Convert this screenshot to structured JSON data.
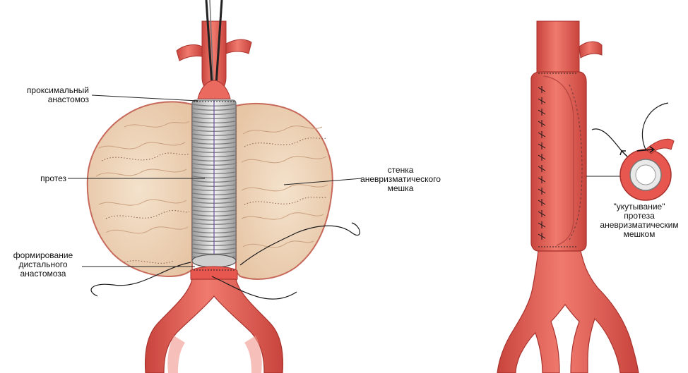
{
  "labels": {
    "proximal_anastomosis": [
      "проксимальный",
      "анастомоз"
    ],
    "prosthesis": "протез",
    "distal_anastomosis": [
      "формирование",
      "дистального",
      "анастомоза"
    ],
    "aneurysm_wall": [
      "стенка",
      "аневризматического",
      "мешка"
    ],
    "wrapping": [
      "\"укутывание\"",
      "протеза",
      "аневризматическим",
      "мешком"
    ]
  },
  "colors": {
    "artery": "#e8574f",
    "artery_dark": "#b83b36",
    "artery_highlight": "#f59a8e",
    "sac_fill": "#efd6bc",
    "sac_outline": "#c76a5c",
    "graft": "#d4d4d4",
    "graft_ring": "#8a8a8a",
    "suture": "#1a1a1a",
    "suture_purple": "#6a4fa0"
  }
}
